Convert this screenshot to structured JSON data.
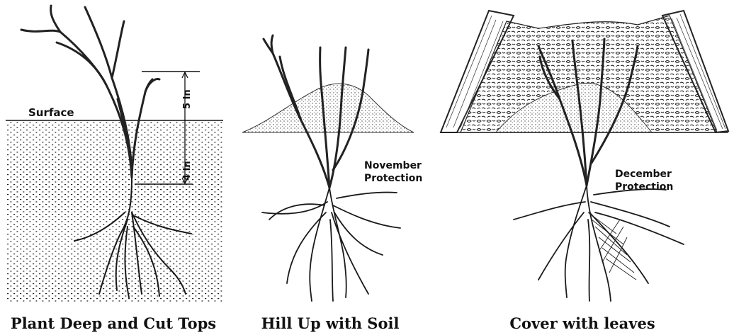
{
  "panels": [
    {
      "caption": "Plant Deep and Cut Tops",
      "labels": {
        "surface": "Surface",
        "above": "5 In",
        "below": "4 In"
      }
    },
    {
      "caption": "Hill Up with Soil",
      "labels": {
        "line1": "November",
        "line2": "Protection"
      }
    },
    {
      "caption": "Cover with leaves",
      "labels": {
        "line1": "December",
        "line2": "Protection"
      }
    }
  ]
}
